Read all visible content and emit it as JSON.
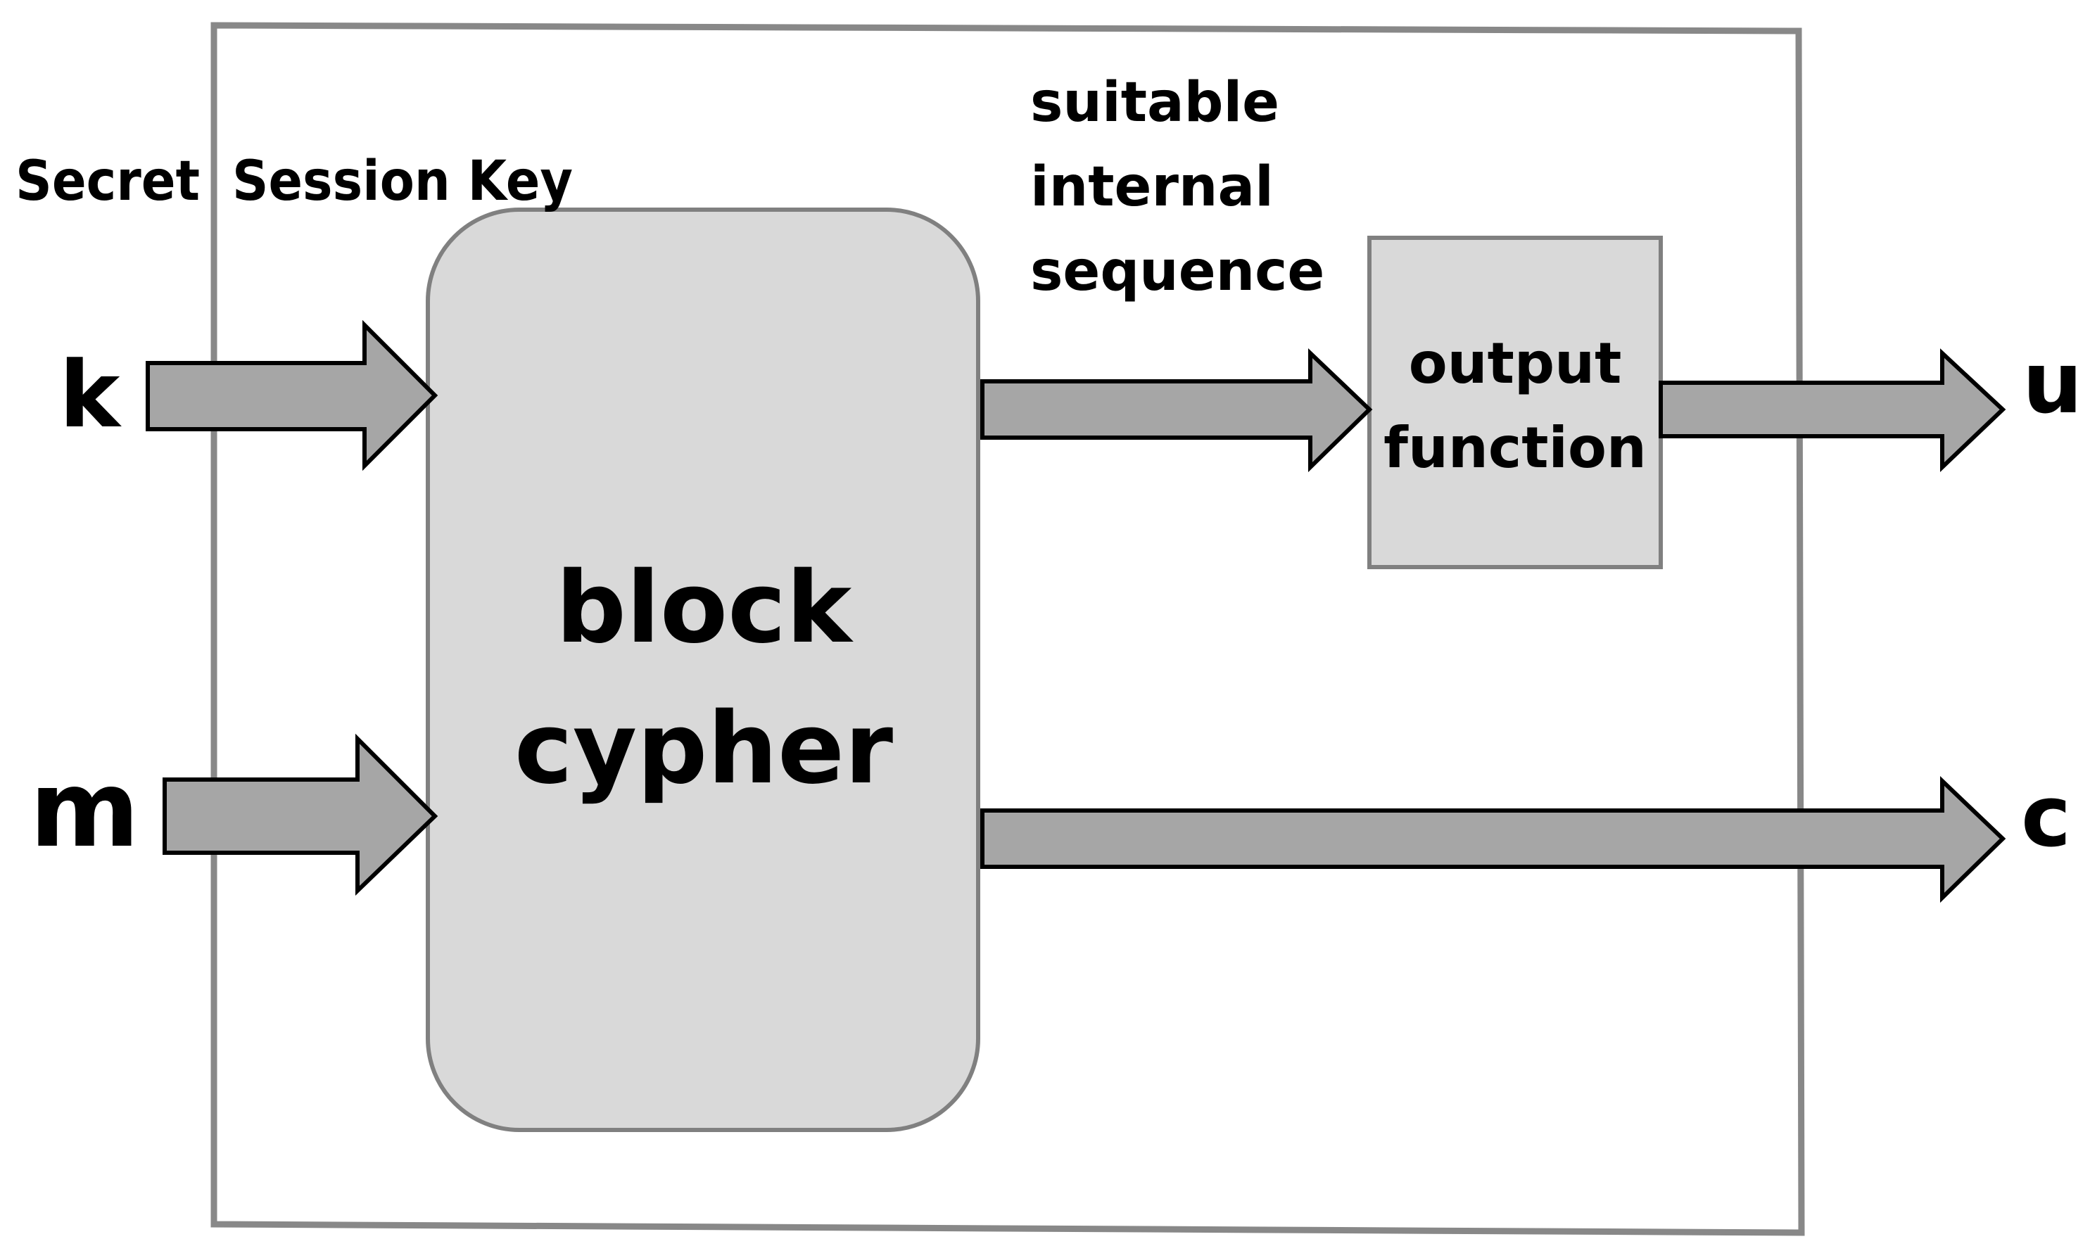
{
  "labels": {
    "secret": "Secret",
    "session_key": "Session Key",
    "k": "k",
    "m": "m",
    "block_line1": "block",
    "block_line2": "cypher",
    "internal_line1": "suitable",
    "internal_line2": "internal",
    "internal_line3": "sequence",
    "output_line1": "output",
    "output_line2": "function",
    "u": "u",
    "c": "c"
  },
  "colors": {
    "frame": "#888888",
    "box_fill": "#d9d9d9",
    "box_stroke": "#808080",
    "arrow_fill": "#a6a6a6",
    "arrow_stroke": "#000000",
    "text": "#000000"
  }
}
